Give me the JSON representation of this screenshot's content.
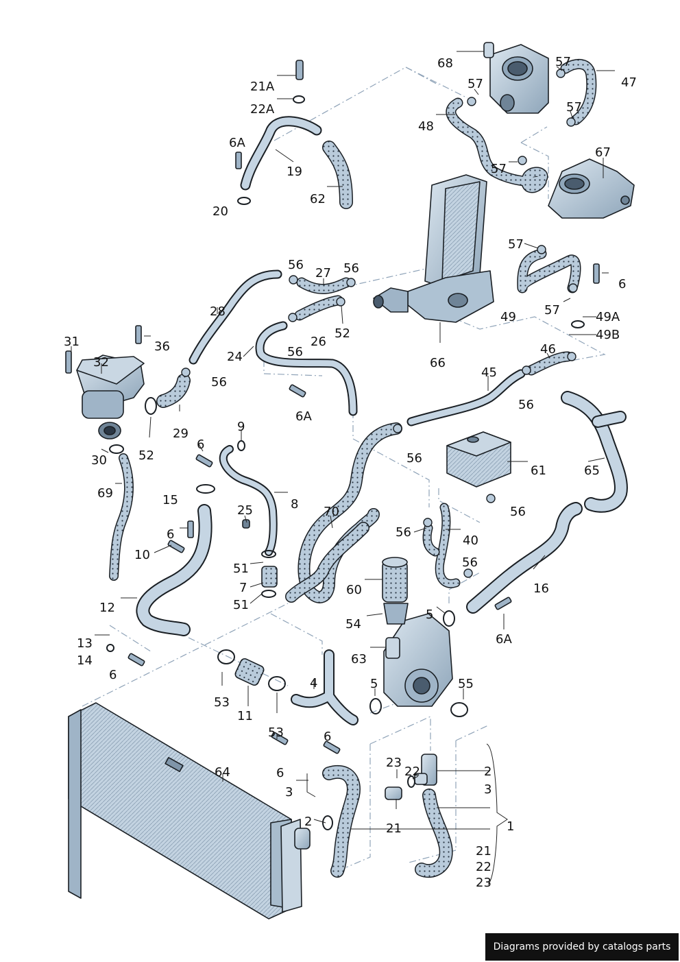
{
  "colors": {
    "part_fill": "#b9cbdb",
    "part_light": "#dbe6ef",
    "part_dark": "#6f8497",
    "outline": "#1a1f24",
    "dash": "#8fa3b8",
    "label": "#111111",
    "credit_bg": "#111111",
    "credit_text": "#ffffff"
  },
  "credit": "Diagrams provided by catalogs parts",
  "labels": [
    {
      "id": "p68",
      "text": "68"
    },
    {
      "id": "p57a",
      "text": "57"
    },
    {
      "id": "p57b",
      "text": "57"
    },
    {
      "id": "p47",
      "text": "47"
    },
    {
      "id": "p57c",
      "text": "57"
    },
    {
      "id": "p48",
      "text": "48"
    },
    {
      "id": "p21A",
      "text": "21A"
    },
    {
      "id": "p22A",
      "text": "22A"
    },
    {
      "id": "p6Aa",
      "text": "6A"
    },
    {
      "id": "p19",
      "text": "19"
    },
    {
      "id": "p20",
      "text": "20"
    },
    {
      "id": "p62",
      "text": "62"
    },
    {
      "id": "p57d",
      "text": "57"
    },
    {
      "id": "p67",
      "text": "67"
    },
    {
      "id": "p57e",
      "text": "57"
    },
    {
      "id": "p56a",
      "text": "56"
    },
    {
      "id": "p27",
      "text": "27"
    },
    {
      "id": "p56b",
      "text": "56"
    },
    {
      "id": "p6a",
      "text": "6"
    },
    {
      "id": "p28",
      "text": "28"
    },
    {
      "id": "p52a",
      "text": "52"
    },
    {
      "id": "p26",
      "text": "26"
    },
    {
      "id": "p57f",
      "text": "57"
    },
    {
      "id": "p49A",
      "text": "49A"
    },
    {
      "id": "p49",
      "text": "49"
    },
    {
      "id": "p49B",
      "text": "49B"
    },
    {
      "id": "p31",
      "text": "31"
    },
    {
      "id": "p36",
      "text": "36"
    },
    {
      "id": "p32",
      "text": "32"
    },
    {
      "id": "p24",
      "text": "24"
    },
    {
      "id": "p56c",
      "text": "56"
    },
    {
      "id": "p66",
      "text": "66"
    },
    {
      "id": "p46",
      "text": "46"
    },
    {
      "id": "p56d",
      "text": "56"
    },
    {
      "id": "p45",
      "text": "45"
    },
    {
      "id": "p56e",
      "text": "56"
    },
    {
      "id": "p6Ab",
      "text": "6A"
    },
    {
      "id": "p29",
      "text": "29"
    },
    {
      "id": "p9",
      "text": "9"
    },
    {
      "id": "p6b",
      "text": "6"
    },
    {
      "id": "p30",
      "text": "30"
    },
    {
      "id": "p52b",
      "text": "52"
    },
    {
      "id": "p56f",
      "text": "56"
    },
    {
      "id": "p65",
      "text": "65"
    },
    {
      "id": "p61",
      "text": "61"
    },
    {
      "id": "p69",
      "text": "69"
    },
    {
      "id": "p15",
      "text": "15"
    },
    {
      "id": "p8",
      "text": "8"
    },
    {
      "id": "p25",
      "text": "25"
    },
    {
      "id": "p70",
      "text": "70"
    },
    {
      "id": "p56g",
      "text": "56"
    },
    {
      "id": "p6c",
      "text": "6"
    },
    {
      "id": "p56h",
      "text": "56"
    },
    {
      "id": "p40",
      "text": "40"
    },
    {
      "id": "p10",
      "text": "10"
    },
    {
      "id": "p51a",
      "text": "51"
    },
    {
      "id": "p56i",
      "text": "56"
    },
    {
      "id": "p7",
      "text": "7"
    },
    {
      "id": "p60",
      "text": "60"
    },
    {
      "id": "p16",
      "text": "16"
    },
    {
      "id": "p12",
      "text": "12"
    },
    {
      "id": "p51b",
      "text": "51"
    },
    {
      "id": "p5a",
      "text": "5"
    },
    {
      "id": "p54",
      "text": "54"
    },
    {
      "id": "p6Ac",
      "text": "6A"
    },
    {
      "id": "p13",
      "text": "13"
    },
    {
      "id": "p14",
      "text": "14"
    },
    {
      "id": "p63",
      "text": "63"
    },
    {
      "id": "p6d",
      "text": "6"
    },
    {
      "id": "p4",
      "text": "4"
    },
    {
      "id": "p5b",
      "text": "5"
    },
    {
      "id": "p55",
      "text": "55"
    },
    {
      "id": "p53a",
      "text": "53"
    },
    {
      "id": "p11",
      "text": "11"
    },
    {
      "id": "p53b",
      "text": "53"
    },
    {
      "id": "p6e",
      "text": "6"
    },
    {
      "id": "p64",
      "text": "64"
    },
    {
      "id": "p6f",
      "text": "6"
    },
    {
      "id": "p23a",
      "text": "23"
    },
    {
      "id": "p22a",
      "text": "22"
    },
    {
      "id": "p2a",
      "text": "2"
    },
    {
      "id": "p3a",
      "text": "3"
    },
    {
      "id": "p3b",
      "text": "3"
    },
    {
      "id": "p2b",
      "text": "2"
    },
    {
      "id": "p21a",
      "text": "21"
    },
    {
      "id": "p1",
      "text": "1"
    },
    {
      "id": "p21b",
      "text": "21"
    },
    {
      "id": "p22b",
      "text": "22"
    },
    {
      "id": "p23b",
      "text": "23"
    }
  ]
}
